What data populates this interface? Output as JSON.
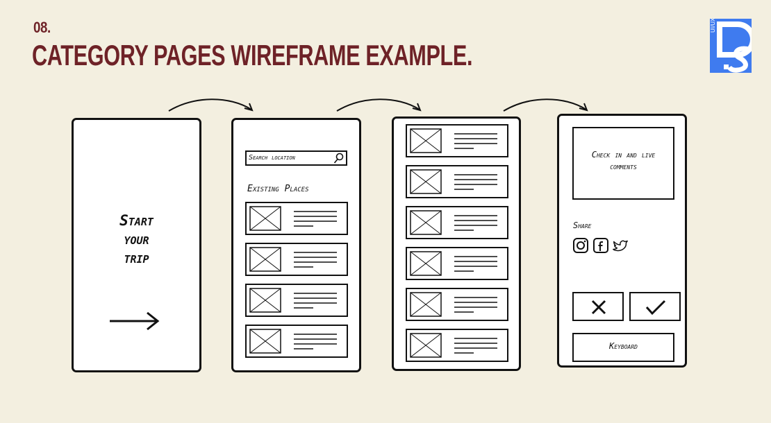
{
  "header": {
    "number": "08.",
    "title": "CATEGORY PAGES WIREFRAME EXAMPLE."
  },
  "logo": {
    "letters": "DS",
    "vertical_text": "UI/UX"
  },
  "colors": {
    "background": "#f3efe0",
    "title": "#6e2227",
    "logo": "#3f7bef",
    "line": "#111111"
  },
  "screen1": {
    "text_line1": "Start",
    "text_line2": "your",
    "text_line3": "trip",
    "icon": "arrow-right-icon"
  },
  "screen2": {
    "search_placeholder": "Search location",
    "section_label": "Existing Places",
    "item_count": 4
  },
  "screen3": {
    "item_count": 6
  },
  "screen4": {
    "card_text": "Check in and live comments",
    "share_label": "Share",
    "social_icons": [
      "instagram-icon",
      "facebook-icon",
      "twitter-icon"
    ],
    "cancel_icon": "close-icon",
    "confirm_icon": "check-icon",
    "keyboard_label": "Keyboard"
  }
}
